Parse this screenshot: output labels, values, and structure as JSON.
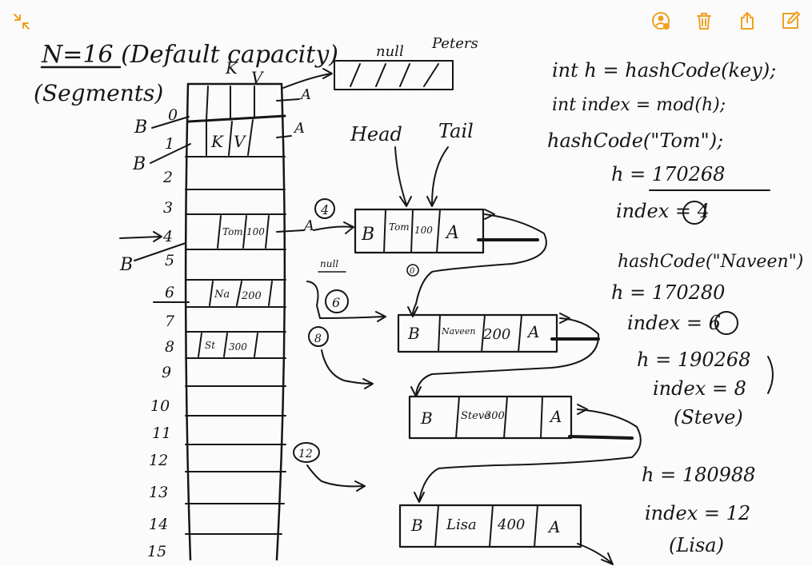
{
  "toolbar": {
    "buttons": [
      {
        "name": "collaborate-icon",
        "label": "Collaborate"
      },
      {
        "name": "trash-icon",
        "label": "Delete"
      },
      {
        "name": "share-icon",
        "label": "Share"
      },
      {
        "name": "edit-icon",
        "label": "Edit"
      }
    ]
  },
  "colors": {
    "ink": "#161616",
    "accent": "#f0a020",
    "paper": "#fbfbfb"
  },
  "board": {
    "title": "N=16 (Default capacity)",
    "subtitle": "(Segments)",
    "kv_header_k": "K",
    "kv_header_v": "V",
    "null_label": "null",
    "entries_label": "Peters",
    "row_labels": [
      "0",
      "1",
      "2",
      "3",
      "4",
      "5",
      "6",
      "7",
      "8",
      "9",
      "10",
      "11",
      "12",
      "13",
      "14",
      "15"
    ],
    "row0_k": "",
    "row0_v": "",
    "row1_k": "K",
    "row1_v": "V",
    "row4_k": "Tom",
    "row4_v": "100",
    "row6_k": "Na",
    "row6_v": "200",
    "row8_k": "St",
    "row8_v": "300",
    "side_b_0": "B",
    "side_b_1": "B",
    "side_b_4": "B",
    "side_a_0": "A",
    "side_a_1": "A",
    "side_a_4": "A",
    "circled_4": "4",
    "circled_6": "6",
    "circled_8": "8",
    "circled_12": "12",
    "small_null": "null",
    "head_label": "Head",
    "tail_label": "Tail",
    "node_marker": "0",
    "nodes": [
      {
        "b": "B",
        "key": "Tom",
        "val": "100",
        "a": "A"
      },
      {
        "b": "B",
        "key": "Naveen",
        "val": "200",
        "a": "A"
      },
      {
        "b": "B",
        "key": "Steve",
        "val": "300",
        "a": "A"
      },
      {
        "b": "B",
        "key": "Lisa",
        "val": "400",
        "a": "A"
      }
    ],
    "notes": {
      "line1": "int h = hashCode(key);",
      "line2": "int index = mod(h);",
      "line3": "hashCode(\"Tom\");",
      "line4": "h = 170268",
      "line5": "index = 4",
      "line6": "hashCode(\"Naveen\")",
      "line7": "h = 170280",
      "line8": "index = 6",
      "line9": "h = 190268",
      "line10": "index = 8",
      "line11": "(Steve)",
      "line12": "h = 180988",
      "line13": "index = 12",
      "line14": "(Lisa)"
    }
  }
}
